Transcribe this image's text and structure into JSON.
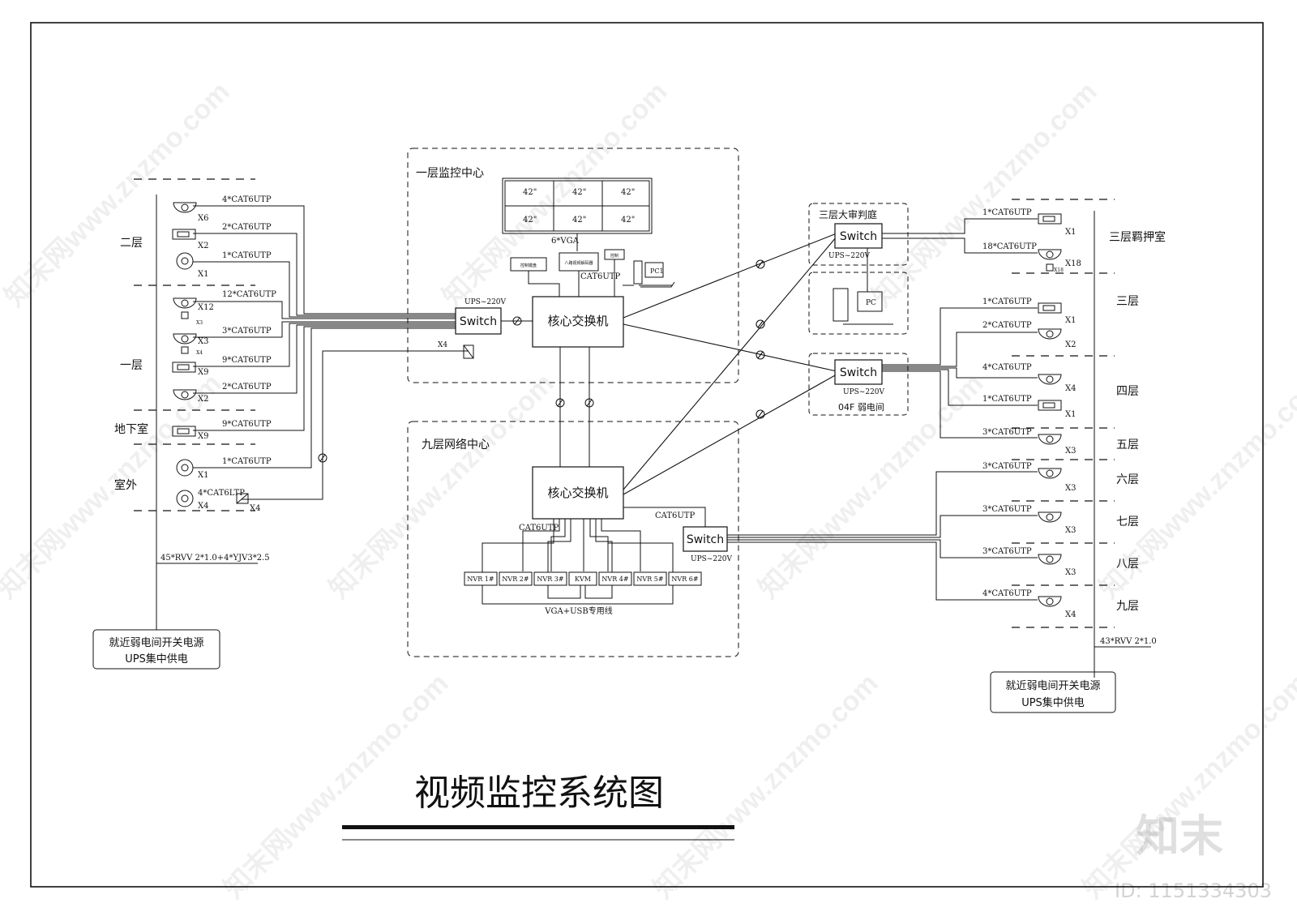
{
  "title": "视频监控系统图",
  "watermark": {
    "site": "知末网www.znzmo.com",
    "logo": "知末",
    "id": "ID: 1151334303"
  },
  "zones": {
    "first_floor_center": "一层监控中心",
    "ninth_floor_center": "九层网络中心",
    "third_floor_court": "三层大审判庭",
    "room_4f": "04F 弱电间"
  },
  "devices": {
    "core_switch_1": "核心交换机",
    "core_switch_2": "核心交换机",
    "switch_left": "Switch",
    "switch_court": "Switch",
    "switch_4f": "Switch",
    "switch_9f": "Switch",
    "ups_left": "UPS~220V",
    "ups_court": "UPS~220V",
    "ups_4f": "UPS~220V",
    "ups_9f": "UPS~220V",
    "screens": [
      "42\"",
      "42\"",
      "42\"",
      "42\"",
      "42\"",
      "42\""
    ],
    "vga_label": "6*VGA",
    "cat6_center": "CAT6UTP",
    "keyboard": "控制键盘",
    "decoder": "八路视频解码器",
    "small_box": "控制",
    "pc1": "PC1",
    "pc_court": "PC",
    "cat6_9f_a": "CAT6UTP",
    "cat6_9f_b": "CAT6UTP",
    "nvr": [
      "NVR 1#",
      "NVR 2#",
      "NVR 3#",
      "KVM",
      "NVR 4#",
      "NVR 5#",
      "NVR 6#"
    ],
    "vga_usb": "VGA+USB专用线",
    "x4_left": "X4"
  },
  "left_side": {
    "floors": [
      "二层",
      "一层",
      "地下室",
      "室外"
    ],
    "cables": [
      "4*CAT6UTP",
      "2*CAT6UTP",
      "1*CAT6UTP",
      "12*CAT6UTP",
      "3*CAT6UTP",
      "9*CAT6UTP",
      "2*CAT6UTP",
      "9*CAT6UTP",
      "1*CAT6UTP",
      "4*CAT6LTP"
    ],
    "counts": [
      "X6",
      "X2",
      "X1",
      "X12",
      "X3",
      "X9",
      "X2",
      "X9",
      "X1",
      "X4"
    ],
    "minor": [
      "X3",
      "X4"
    ],
    "x4_extra": "X4",
    "power_cable": "45*RVV 2*1.0+4*YJV3*2.5",
    "power_box": [
      "就近弱电间开关电源",
      "UPS集中供电"
    ]
  },
  "right_side": {
    "floors": [
      "三层羁押室",
      "三层",
      "四层",
      "五层",
      "六层",
      "七层",
      "八层",
      "九层"
    ],
    "cables": [
      "1*CAT6UTP",
      "18*CAT6UTP",
      "1*CAT6UTP",
      "2*CAT6UTP",
      "4*CAT6UTP",
      "1*CAT6UTP",
      "3*CAT6UTP",
      "3*CAT6UTP",
      "3*CAT6UTP",
      "3*CAT6UTP",
      "4*CAT6UTP"
    ],
    "counts": [
      "X1",
      "X18",
      "X1",
      "X2",
      "X4",
      "X1",
      "X3",
      "X3",
      "X3",
      "X3",
      "X4"
    ],
    "minor": "X18",
    "power_cable": "43*RVV 2*1.0",
    "power_box": [
      "就近弱电间开关电源",
      "UPS集中供电"
    ]
  }
}
